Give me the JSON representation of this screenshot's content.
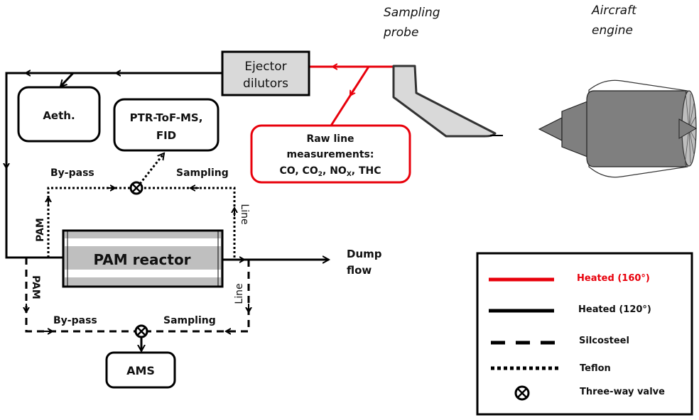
{
  "diagram": {
    "title_labels": {
      "sampling_probe_line1": "Sampling",
      "sampling_probe_line2": "probe",
      "aircraft_engine_line1": "Aircraft",
      "aircraft_engine_line2": "engine"
    },
    "boxes": {
      "ejector_line1": "Ejector",
      "ejector_line2": "dilutors",
      "aeth": "Aeth.",
      "ptr_line1": "PTR-ToF-MS,",
      "ptr_line2": "FID",
      "raw_line1": "Raw line",
      "raw_line2": "measurements:",
      "raw_line3_co": "CO, CO",
      "raw_line3_co2_sub": "2",
      "raw_line3_nox": ", NO",
      "raw_line3_nox_sub": "X",
      "raw_line3_thc": ", THC",
      "pam_reactor": "PAM reactor",
      "ams": "AMS"
    },
    "flow_labels": {
      "upper_bypass": "By-pass",
      "upper_sampling": "Sampling",
      "upper_pam": "PAM",
      "upper_line": "Line",
      "lower_bypass": "By-pass",
      "lower_sampling": "Sampling",
      "lower_pam": "PAM",
      "lower_line": "Line",
      "dump_line1": "Dump",
      "dump_line2": "flow"
    },
    "legend": {
      "items": [
        {
          "label": "Heated (160°)",
          "style": "solid-red",
          "color": "#e8000b"
        },
        {
          "label": "Heated (120°)",
          "style": "solid-black",
          "color": "#000000"
        },
        {
          "label": "Silcosteel",
          "style": "dashed",
          "color": "#000000"
        },
        {
          "label": "Teflon",
          "style": "dotted",
          "color": "#000000"
        },
        {
          "label": "Three-way valve",
          "style": "valve-symbol",
          "color": "#000000"
        }
      ]
    },
    "colors": {
      "heated_160": "#e8000b",
      "heated_120": "#000000",
      "box_fill_gray": "#d9d9d9",
      "reactor_fill": "#bfbfbf",
      "engine_fill": "#808080",
      "probe_fill": "#d9d9d9"
    }
  }
}
